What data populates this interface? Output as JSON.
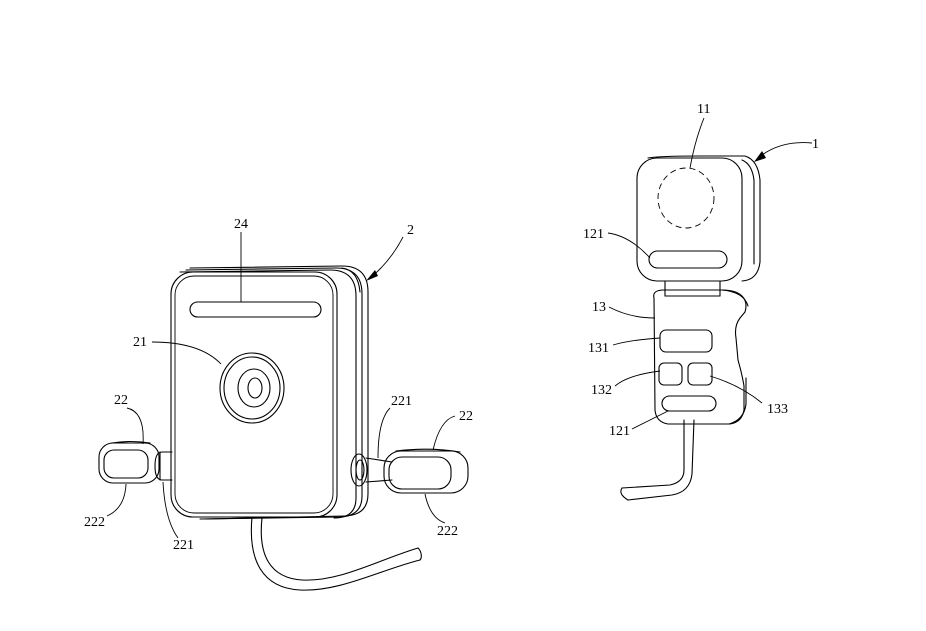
{
  "labels": {
    "l24": "24",
    "l2": "2",
    "l21": "21",
    "l22_left": "22",
    "l221_right": "221",
    "l22_right": "22",
    "l222_left": "222",
    "l221_left": "221",
    "l222_right": "222",
    "l11": "11",
    "l1": "1",
    "l121_top": "121",
    "l13": "13",
    "l131": "131",
    "l132": "132",
    "l133": "133",
    "l121_bottom": "121"
  }
}
